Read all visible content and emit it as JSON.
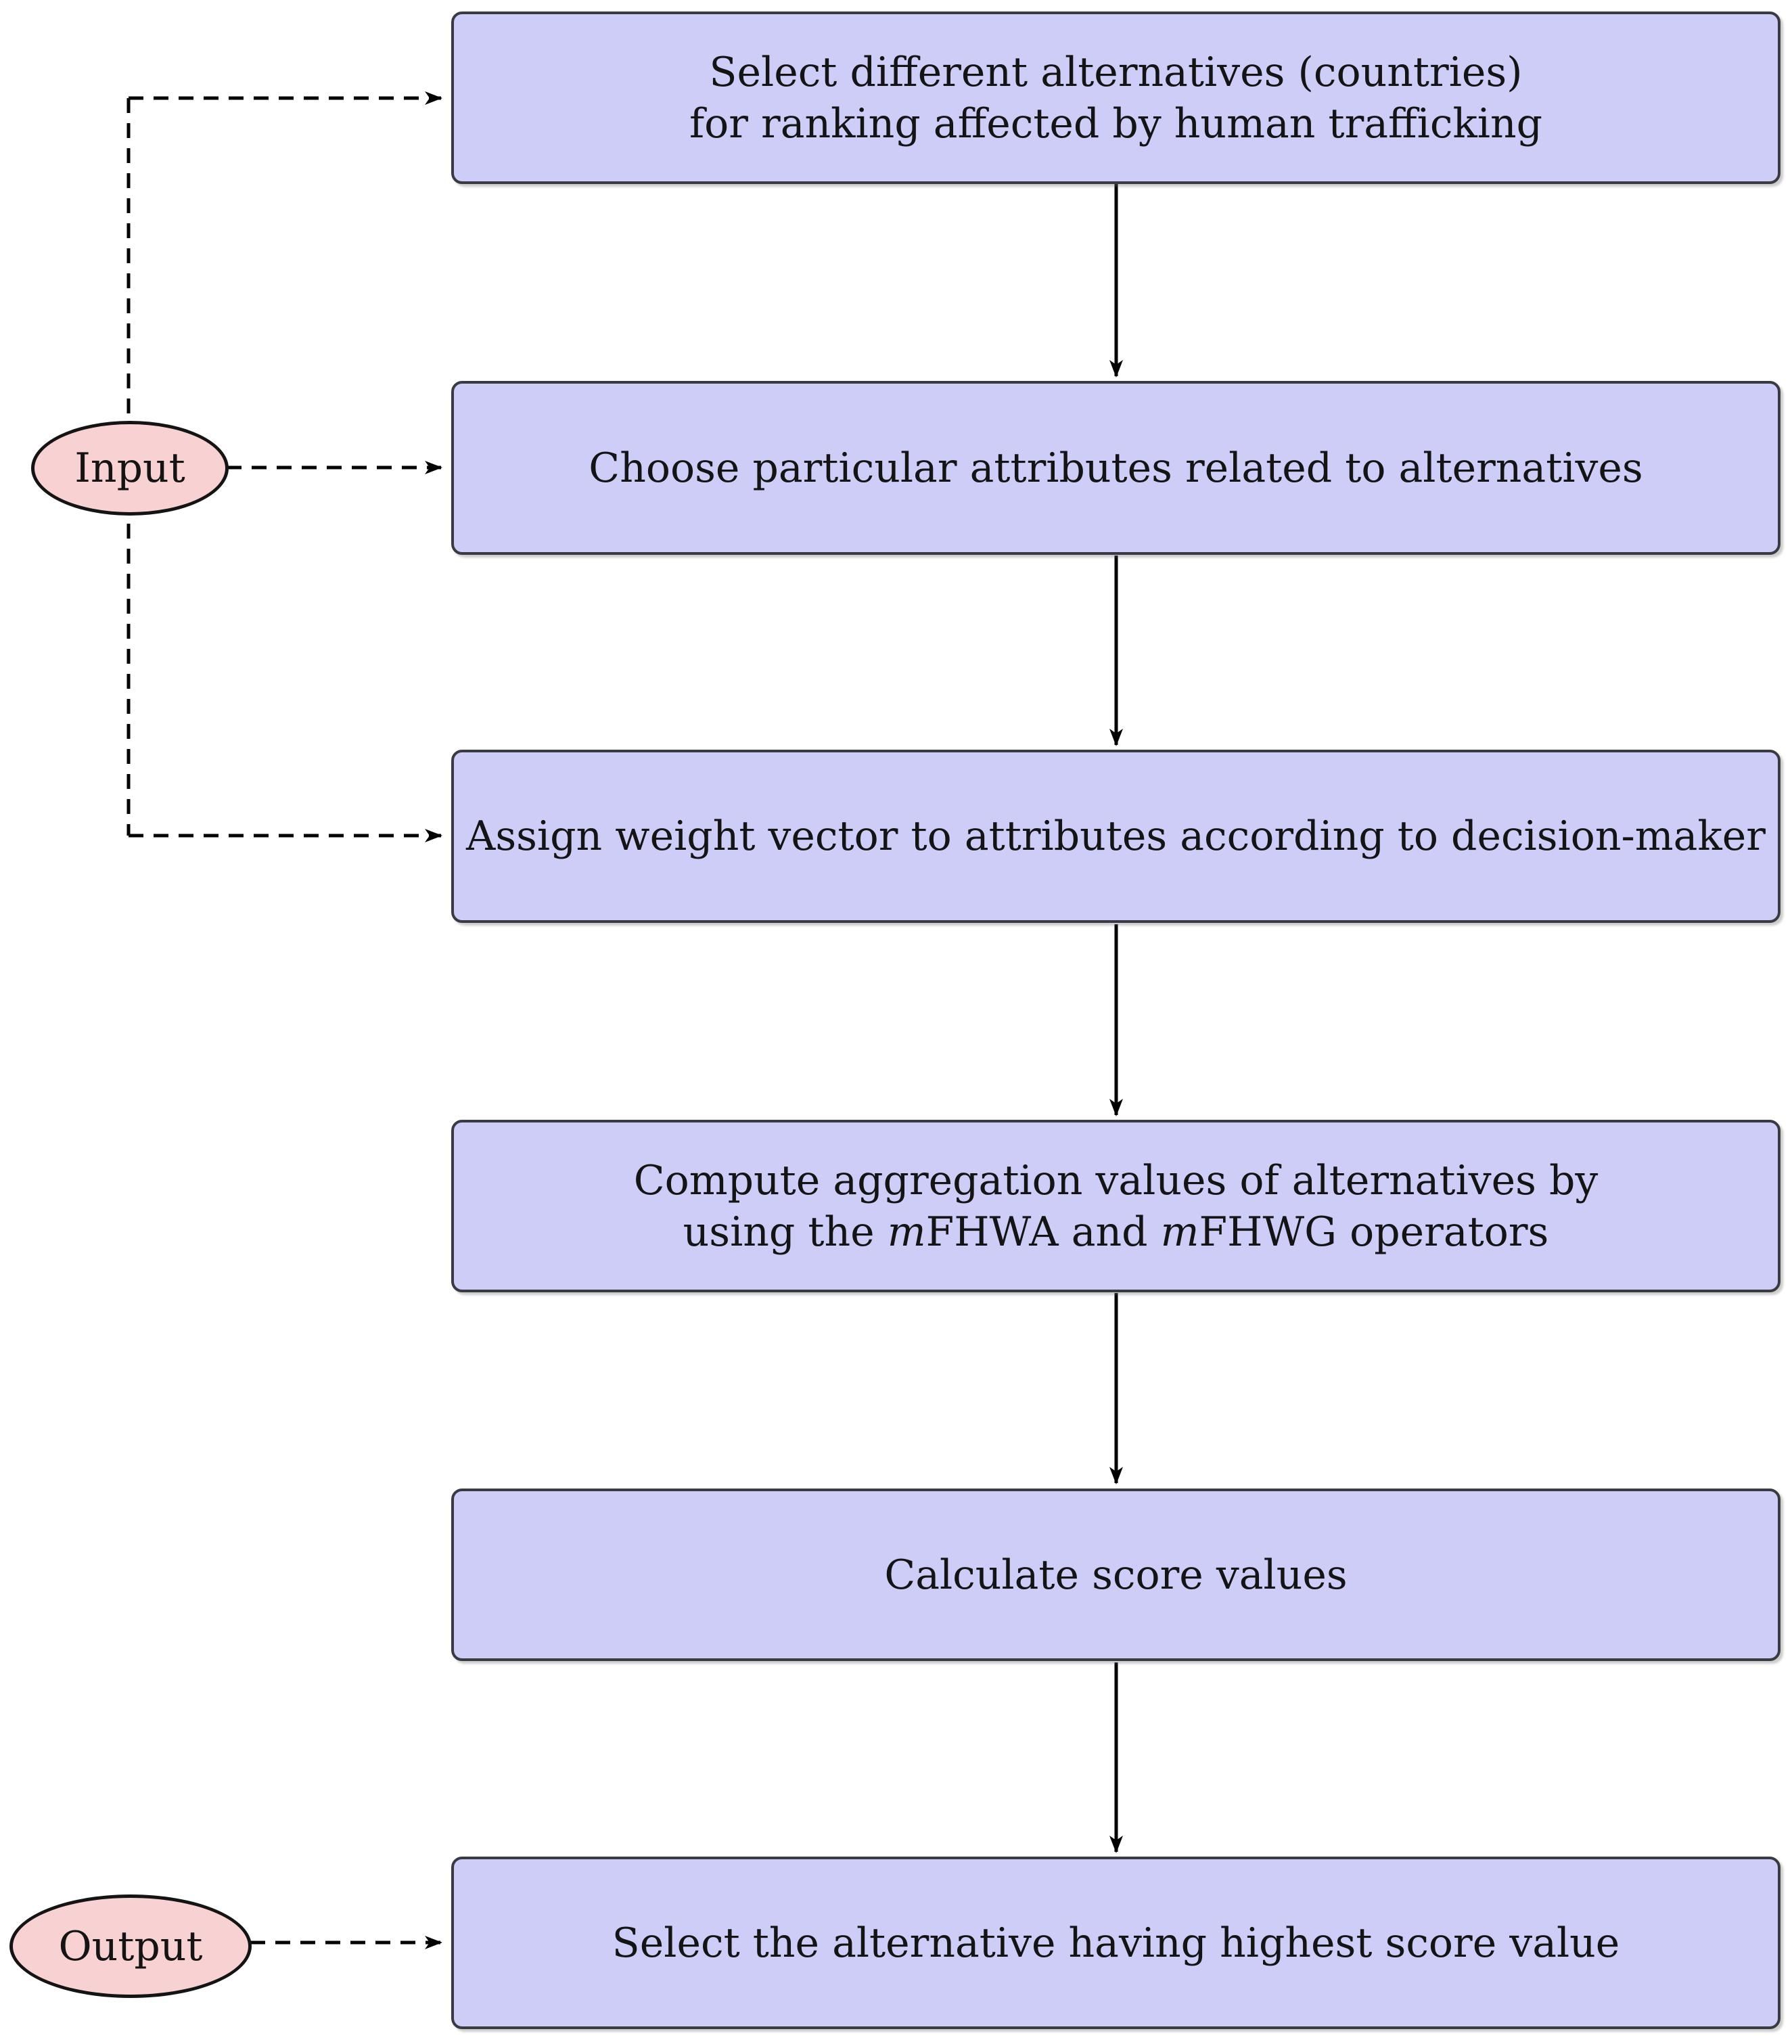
{
  "diagram": {
    "nodes": {
      "input": {
        "label": "Input"
      },
      "output": {
        "label": "Output"
      },
      "step1": {
        "line1": "Select different alternatives (countries)",
        "line2": "for ranking affected by human trafficking"
      },
      "step2": {
        "label": "Choose particular attributes related to alternatives"
      },
      "step3": {
        "label": "Assign weight vector to attributes according to decision-maker"
      },
      "step4": {
        "line1": "Compute aggregation values of alternatives by",
        "line2_prefix": "using the ",
        "line2_m1": "m",
        "line2_mid": "FHWA and ",
        "line2_m2": "m",
        "line2_suffix": "FHWG operators"
      },
      "step5": {
        "label": "Calculate score values"
      },
      "step6": {
        "label": "Select the alternative having highest score value"
      }
    },
    "colors": {
      "box_fill": "#cdcdf8",
      "box_border": "#3a3a42",
      "ellipse_fill": "#f8d2d2",
      "ellipse_border": "#141414",
      "line": "#000000"
    }
  }
}
